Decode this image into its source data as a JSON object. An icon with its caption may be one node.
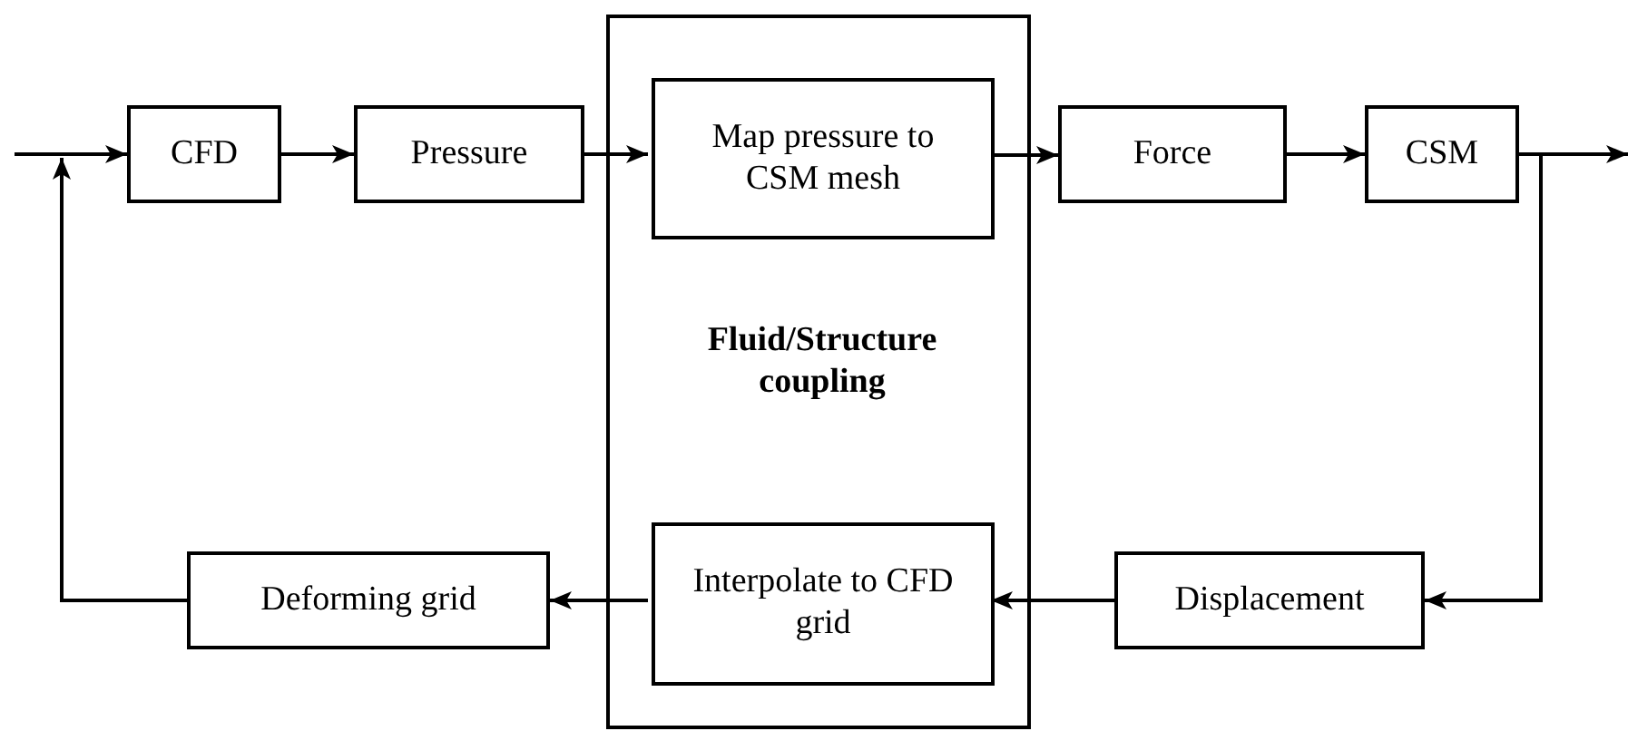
{
  "diagram": {
    "nodes": [
      {
        "text": [
          "Fluid/Structure coupling"
        ]
      },
      {
        "text": [
          "CFD"
        ]
      },
      {
        "text": [
          "Pressure"
        ]
      },
      {
        "text": [
          "Map pressure to CSM mesh"
        ],
        "in": 0
      },
      {
        "text": [
          "Force"
        ]
      },
      {
        "text": [
          "CSM"
        ]
      },
      {
        "text": [
          "Interpolate to CFD grid"
        ],
        "in": 0
      },
      {
        "text": [
          "Displacement"
        ]
      },
      {
        "text": [
          "Deforming grid"
        ]
      }
    ],
    "edges": [
      {
        "from": null,
        "to": 1,
        "arrow": "to"
      },
      {
        "from": 1,
        "to": 2,
        "arrow": "to"
      },
      {
        "from": 2,
        "to": 3,
        "arrow": "to"
      },
      {
        "from": 3,
        "to": 4,
        "arrow": "to"
      },
      {
        "from": 4,
        "to": 5,
        "arrow": "to"
      },
      {
        "from": 5,
        "to": null,
        "arrow": "to"
      },
      {
        "from": 5,
        "to": 7,
        "arrow": "to"
      },
      {
        "from": 7,
        "to": 6,
        "arrow": "to"
      },
      {
        "from": 6,
        "to": 8,
        "arrow": "to"
      },
      {
        "from": 8,
        "to": 1,
        "arrow": "to"
      }
    ]
  }
}
